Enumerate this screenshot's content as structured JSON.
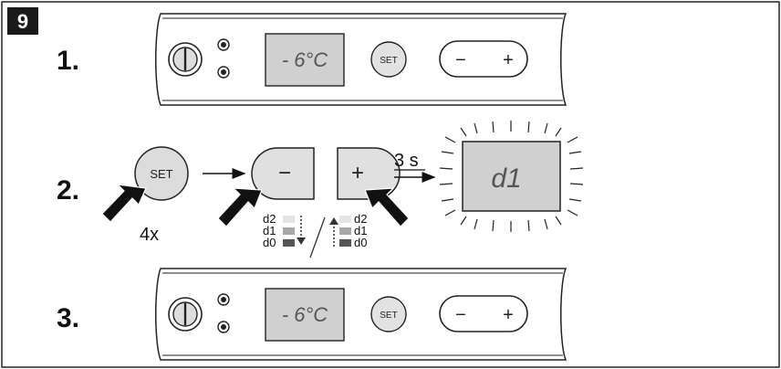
{
  "figure": {
    "number": "9"
  },
  "steps": [
    {
      "label": "1.",
      "display": "- 6°C",
      "set_label": "SET",
      "minus": "−",
      "plus": "+"
    },
    {
      "label": "2.",
      "set_label": "SET",
      "press_count": "4x",
      "minus": "−",
      "plus": "+",
      "hold_time": "3 s",
      "display": "d1",
      "levels_left": [
        "d2",
        "d1",
        "d0"
      ],
      "levels_right": [
        "d2",
        "d1",
        "d0"
      ]
    },
    {
      "label": "3.",
      "display": "- 6°C",
      "set_label": "SET",
      "minus": "−",
      "plus": "+"
    }
  ]
}
